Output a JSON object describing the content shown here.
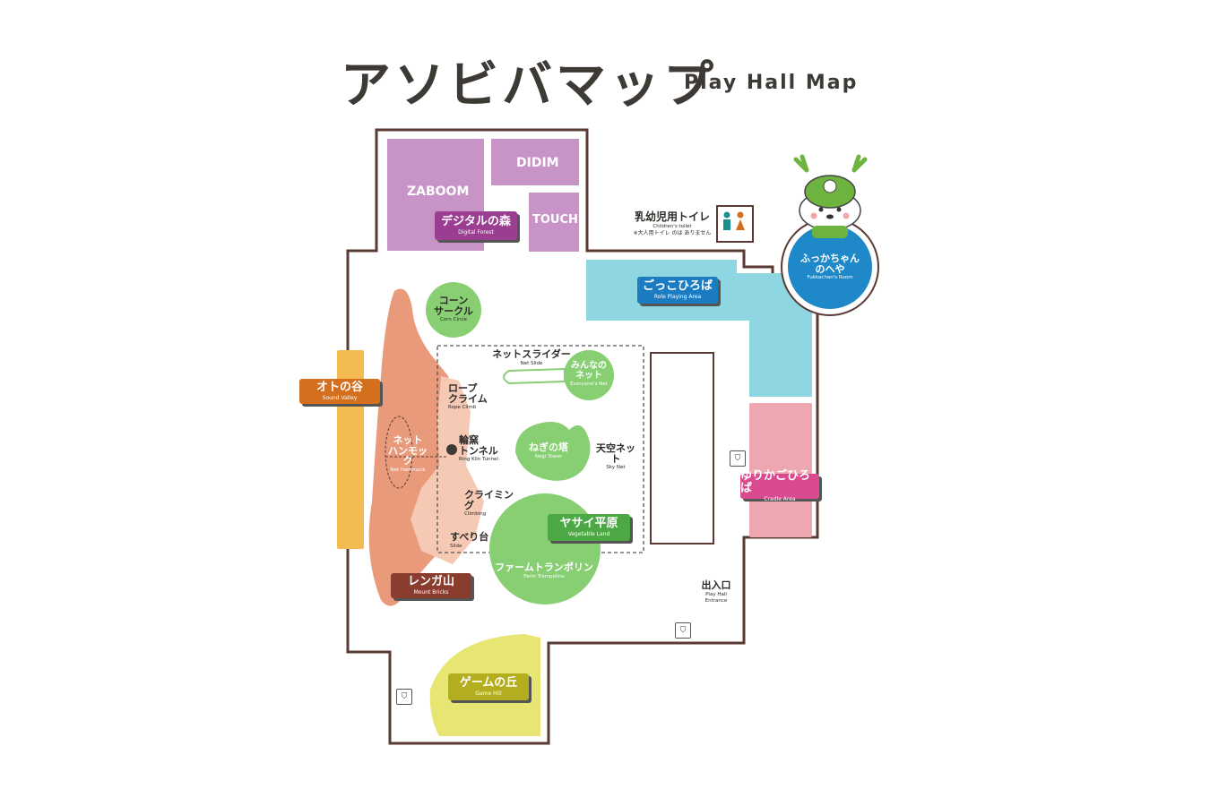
{
  "title": {
    "ja": "アソビバマップ",
    "en": "Play Hall Map"
  },
  "colors": {
    "outline": "#5a3a33",
    "digital": "#c894c8",
    "digital_label": "#9b3e91",
    "role_playing": "#8ed6e2",
    "role_label": "#1b7cc1",
    "cradle": "#eea7b1",
    "cradle_label": "#d94b8e",
    "green": "#88cf74",
    "green_label": "#4ca844",
    "orange": "#f3bb52",
    "orange_label": "#d46f1d",
    "bricks": "#e99a7b",
    "bricks_light": "#f5c9b3",
    "bricks_label": "#8a3c2e",
    "yellow": "#e8e672",
    "yellow_label": "#b2ae1f",
    "fukka_blue": "#1e88c9"
  },
  "zones": {
    "zaboom": "ZABOOM",
    "didim": "DIDIM",
    "touch": "TOUCH",
    "digital_forest": {
      "ja": "デジタルの森",
      "en": "Digital Forest"
    },
    "childrens_toilet": {
      "ja": "乳幼児用トイレ",
      "en": "Children's toilet",
      "note": "※大人用トイレ のは ありません"
    },
    "fukka_room": {
      "ja1": "ふっかちゃん",
      "ja2": "のへや",
      "en": "Fukkachan's Room"
    },
    "role_playing": {
      "ja": "ごっこひろば",
      "en": "Role Playing Area"
    },
    "corn_circle": {
      "ja1": "コーン",
      "ja2": "サークル",
      "en": "Corn Circle"
    },
    "net_slider": {
      "ja": "ネットスライダー",
      "en": "Net Slide"
    },
    "everyones_net": {
      "ja1": "みんなの",
      "ja2": "ネット",
      "en": "Everyone's Net"
    },
    "sound_valley": {
      "ja": "オトの谷",
      "en": "Sound Valley"
    },
    "rope_climb": {
      "ja1": "ロープ",
      "ja2": "クライム",
      "en": "Rope Climb"
    },
    "net_hammock": {
      "ja1": "ネット",
      "ja2": "ハンモック",
      "en": "Net Hammock"
    },
    "ring_kiln": {
      "ja1": "輪窯",
      "ja2": "トンネル",
      "en": "Ring Kiln Tunnel"
    },
    "negi_tower": {
      "ja": "ねぎの塔",
      "en": "Negi Tower"
    },
    "sky_net": {
      "ja": "天空ネット",
      "en": "Sky Net"
    },
    "cradle_area": {
      "ja": "ゆりかごひろば",
      "en": "Cradle Area"
    },
    "climbing": {
      "ja": "クライミング",
      "en": "Climbing"
    },
    "vegetable_land": {
      "ja": "ヤサイ平原",
      "en": "Vegetable Land"
    },
    "slide": {
      "ja": "すべり台",
      "en": "Slide"
    },
    "farm_trampoline": {
      "ja": "ファームトランポリン",
      "en": "Farm Trampoline"
    },
    "mount_bricks": {
      "ja": "レンガ山",
      "en": "Mount Bricks"
    },
    "entrance": {
      "ja": "出入口",
      "en1": "Play Hall",
      "en2": "Entrance"
    },
    "game_hill": {
      "ja": "ゲームの丘",
      "en": "Game Hill"
    }
  }
}
